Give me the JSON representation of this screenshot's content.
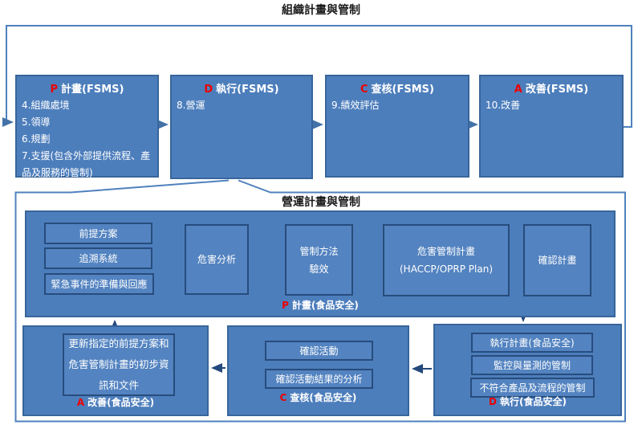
{
  "titles": {
    "top": "組織計畫與管制",
    "mid": "營運計畫與管制"
  },
  "colors": {
    "box_fill": "#4d7ebc",
    "box_border": "#38659b",
    "inner_box_border": "#274c7d",
    "loop_line": "#4f81bd",
    "arrow_navy": "#24497c",
    "pdca_letter_red": "#ee0000"
  },
  "fsms": [
    {
      "letter": "P",
      "title": "計畫(FSMS)",
      "items": [
        "4.組織處境",
        "5.領導",
        "6.規劃",
        "7.支援(包含外部提供流程、產品及服務的管制)"
      ]
    },
    {
      "letter": "D",
      "title": "執行(FSMS)",
      "items": [
        "8.營運"
      ]
    },
    {
      "letter": "C",
      "title": "查核(FSMS)",
      "items": [
        "9.績效評估"
      ]
    },
    {
      "letter": "A",
      "title": "改善(FSMS)",
      "items": [
        "10.改善"
      ]
    }
  ],
  "food_safety": {
    "plan": {
      "stack": [
        "前提方案",
        "追溯系統",
        "緊急事件的準備與回應"
      ],
      "hazard_analysis": "危害分析",
      "control_validation": [
        "管制方法",
        "驗效"
      ],
      "hazard_control_plan": [
        "危害管制計畫",
        "(HACCP/OPRP Plan)"
      ],
      "confirm_plan": "確認計畫",
      "label_letter": "P",
      "label": "計畫(食品安全)"
    },
    "do": {
      "items": [
        "執行計畫(食品安全)",
        "監控與量測的管制",
        "不符合產品及流程的管制"
      ],
      "label_letter": "D",
      "label": "執行(食品安全)"
    },
    "check": {
      "items": [
        "確認活動",
        "確認活動結果的分析"
      ],
      "label_letter": "C",
      "label": "查核(食品安全)"
    },
    "act": {
      "items": [
        "更新指定的前提方案和危害管制計畫的初步資訊和文件"
      ],
      "label_letter": "A",
      "label": "改善(食品安全)"
    }
  }
}
